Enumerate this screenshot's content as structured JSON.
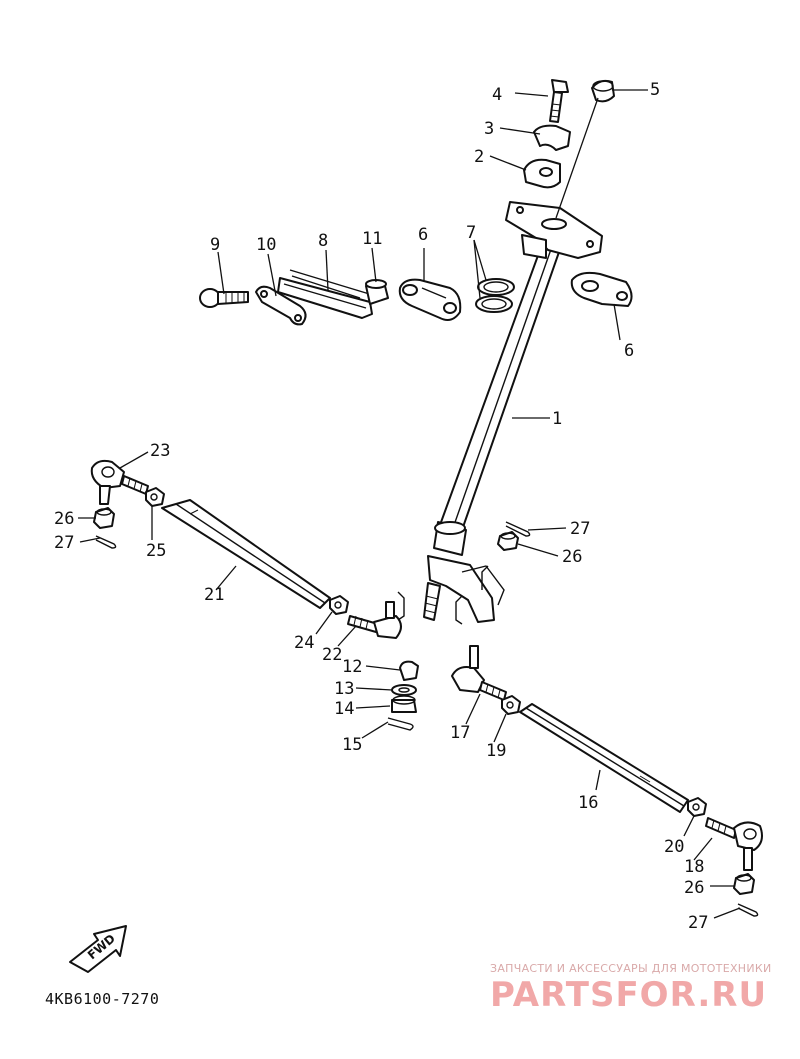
{
  "diagram": {
    "code": "4KB6100-7270",
    "fwd_label": "FWD",
    "watermark": {
      "tagline": "ЗАПЧАСТИ И АКСЕССУАРЫ ДЛЯ МОТОТЕХНИКИ",
      "brand": "PARTSFOR.RU"
    },
    "callouts": [
      "1",
      "2",
      "3",
      "4",
      "5",
      "6",
      "6",
      "7",
      "8",
      "9",
      "10",
      "11",
      "12",
      "13",
      "14",
      "15",
      "16",
      "17",
      "18",
      "19",
      "20",
      "21",
      "22",
      "23",
      "24",
      "25",
      "26",
      "26",
      "26",
      "27",
      "27",
      "27"
    ]
  }
}
